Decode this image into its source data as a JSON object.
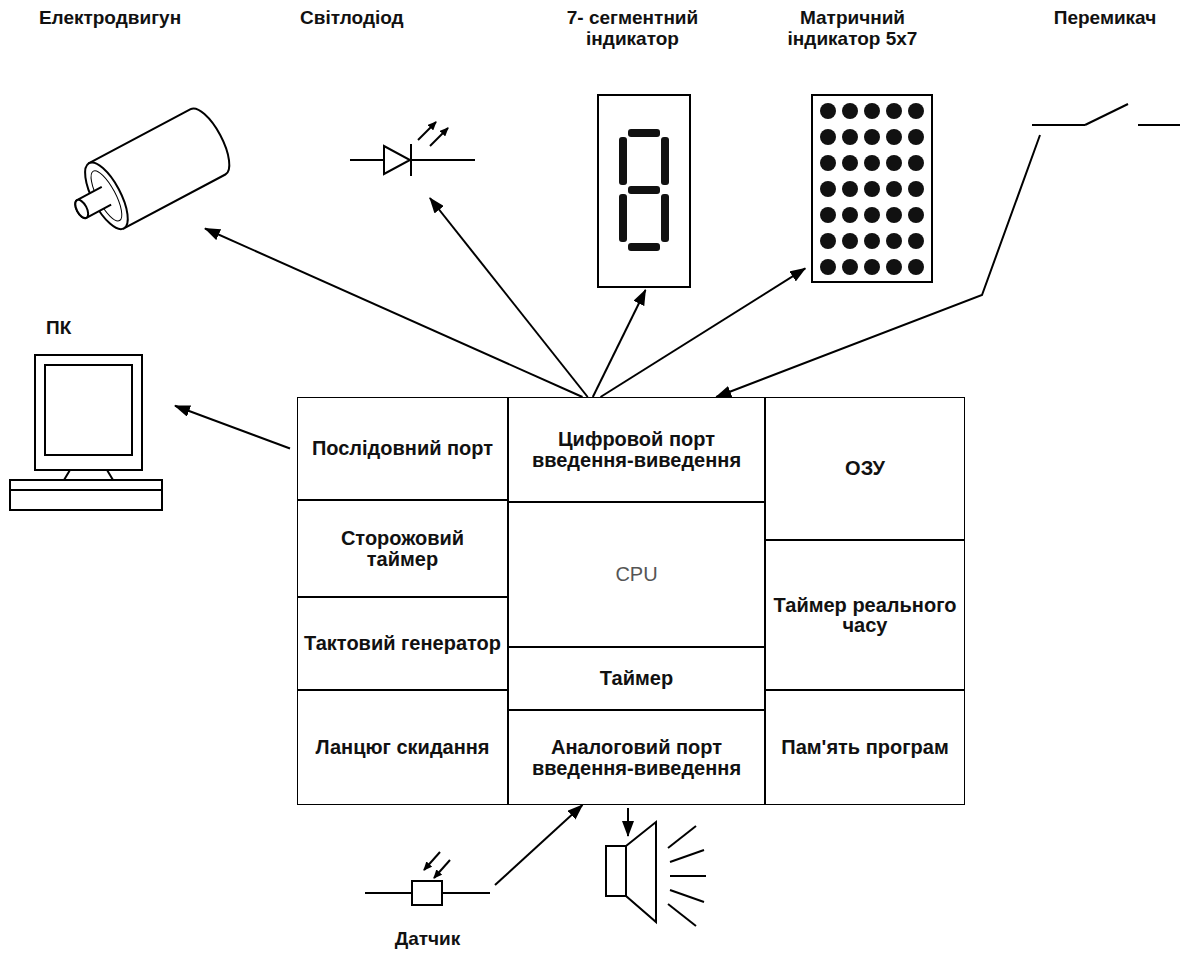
{
  "diagram": {
    "nodes": [
      {
        "text": [
          "Електродвигун"
        ]
      },
      {
        "text": [
          "Світлодіод"
        ]
      },
      {
        "text": [
          "7- сегментний індикатор"
        ]
      },
      {
        "text": [
          "Матричний індикатор 5x7"
        ]
      },
      {
        "text": [
          "Перемикач"
        ]
      },
      {
        "text": [
          "ПК"
        ]
      },
      {
        "text": [
          "Послідовний порт"
        ]
      },
      {
        "text": [
          "Цифровой порт введення-виведення"
        ]
      },
      {
        "text": [
          "ОЗУ"
        ]
      },
      {
        "text": [
          "Сторожовий таймер"
        ]
      },
      {
        "text": [
          "CPU"
        ]
      },
      {
        "text": [
          "Таймер реального часу"
        ]
      },
      {
        "text": [
          "Тактовий генератор"
        ]
      },
      {
        "text": [
          "Таймер"
        ]
      },
      {
        "text": [
          "Ланцюг скидання"
        ]
      },
      {
        "text": [
          "Аналоговий порт введення-виведення"
        ]
      },
      {
        "text": [
          "Пам'ять програм"
        ]
      },
      {
        "text": [
          "Датчик"
        ]
      }
    ],
    "edges": [
      {
        "from": 7,
        "to": 0,
        "arrow": "to"
      },
      {
        "from": 7,
        "to": 1,
        "arrow": "to"
      },
      {
        "from": 7,
        "to": 2,
        "arrow": "to"
      },
      {
        "from": 7,
        "to": 3,
        "arrow": "to"
      },
      {
        "from": 4,
        "to": 7,
        "arrow": "to"
      },
      {
        "from": 6,
        "to": 5,
        "arrow": "to"
      },
      {
        "from": 17,
        "to": 15,
        "arrow": "to"
      }
    ]
  }
}
